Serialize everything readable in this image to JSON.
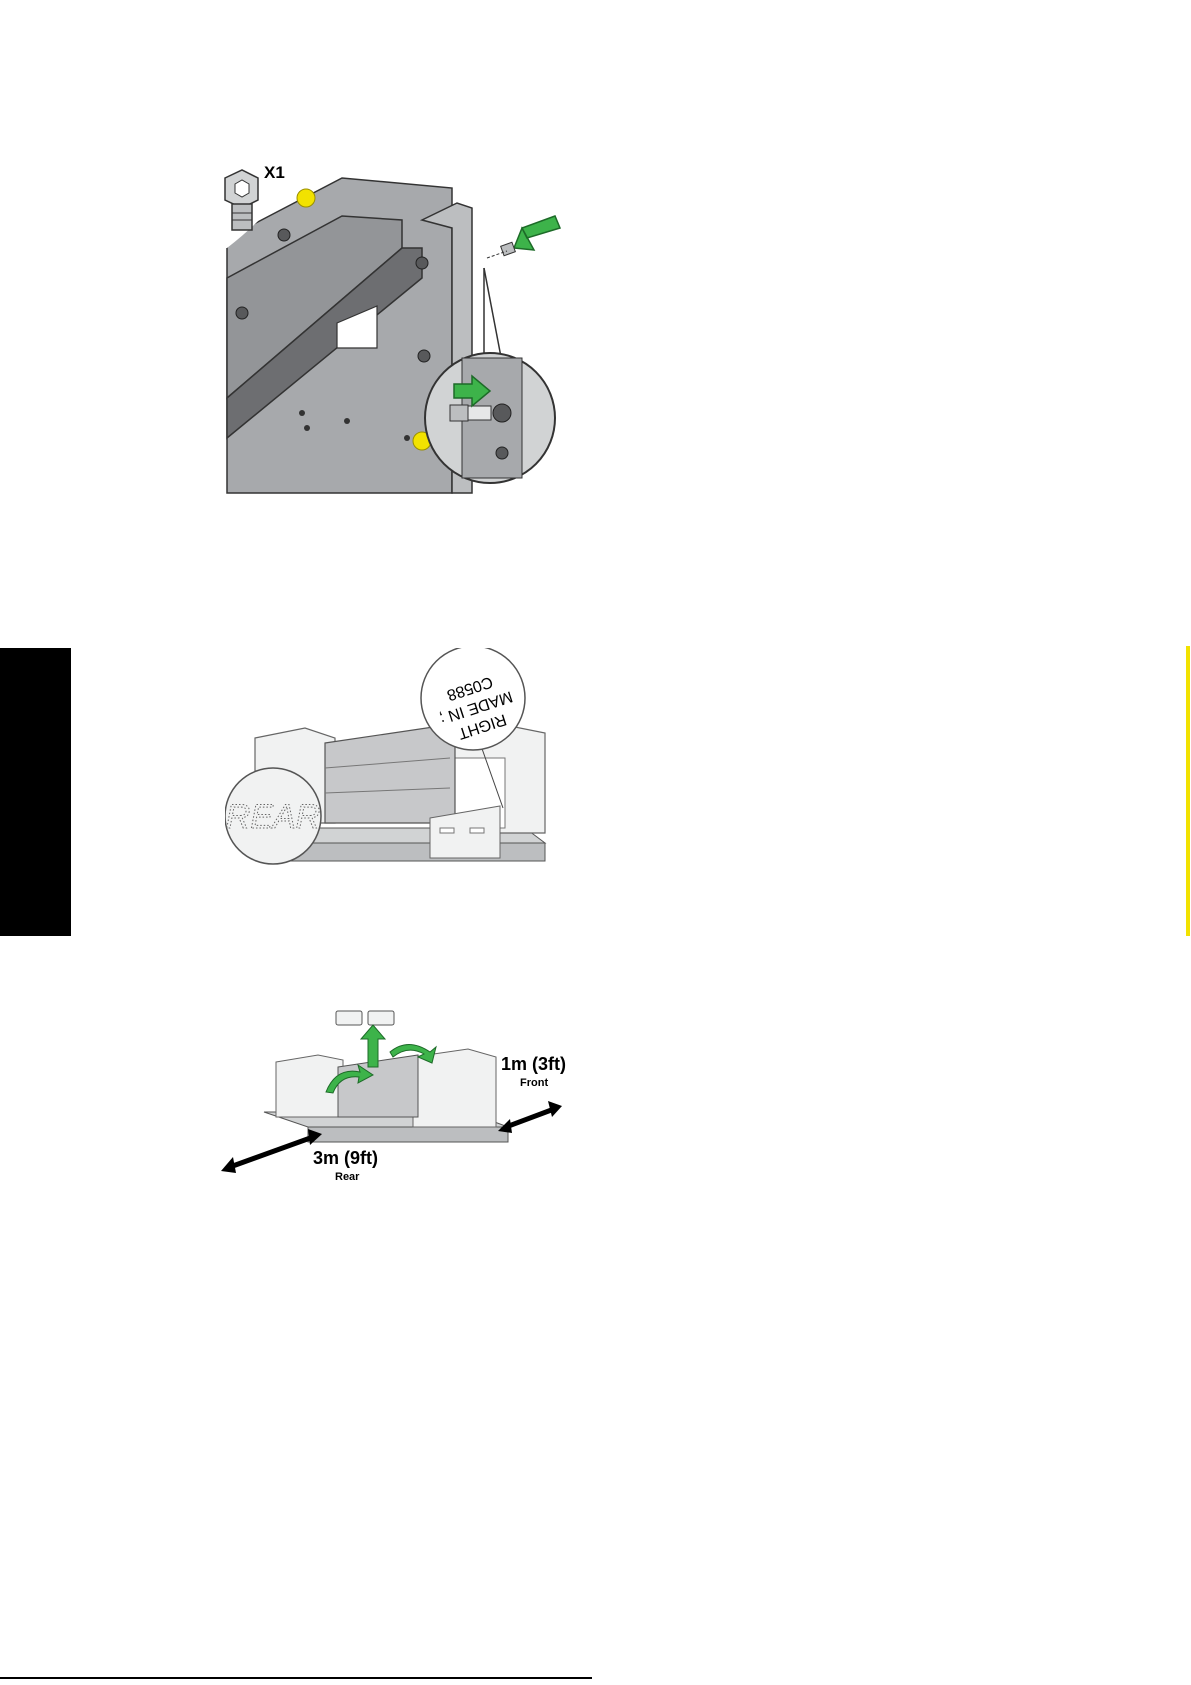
{
  "figures": {
    "screw": {
      "callout": "X1"
    },
    "box": {
      "rear_stamp": "REAR",
      "label_lines": [
        "RIGHT",
        "MADE IN ;",
        "C0588"
      ]
    },
    "clearance": {
      "front_distance": "1m (3ft)",
      "front_label": "Front",
      "rear_distance": "3m (9ft)",
      "rear_label": "Rear"
    }
  },
  "colors": {
    "accent_green": "#3db34a",
    "marker_yellow": "#f2e200",
    "metal_gray": "#a7a9ac"
  }
}
